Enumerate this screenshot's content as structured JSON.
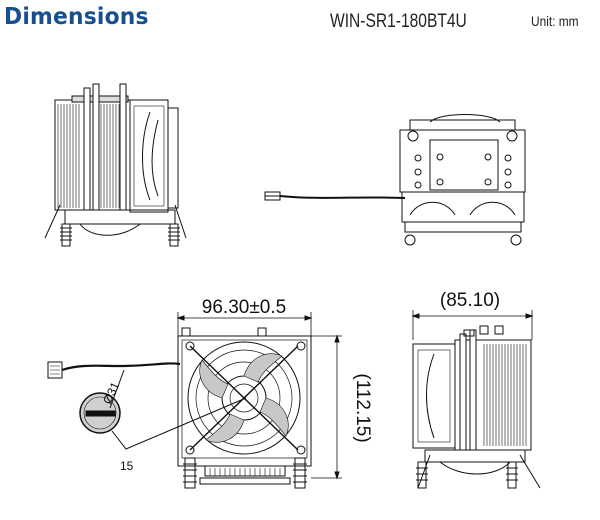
{
  "header": {
    "title": "Dimensions",
    "model": "WIN-SR1-180BT4U",
    "unit": "Unit: mm"
  },
  "dimensions": {
    "width": "96.30±0.5",
    "height": "(112.15)",
    "depth": "(85.10)",
    "fan_hub_diameter": "Ø31",
    "callout_number": "15"
  },
  "colors": {
    "title": "#1a4f8f",
    "line": "#111111"
  }
}
